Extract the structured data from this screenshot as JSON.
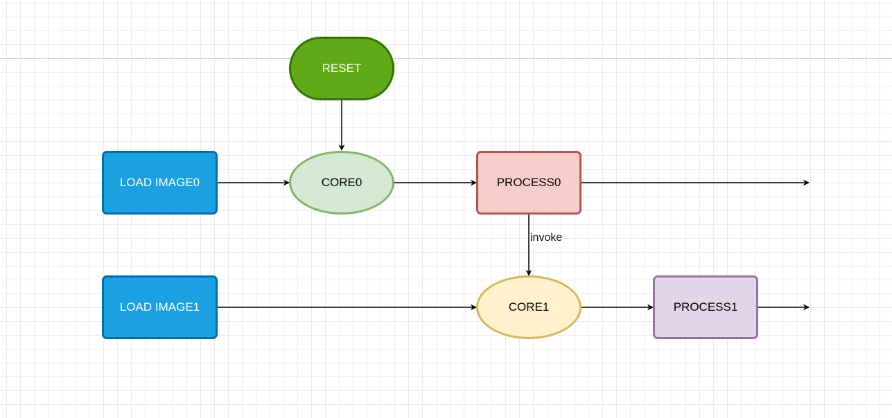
{
  "diagram": {
    "nodes": {
      "reset": {
        "label": "RESET",
        "fill": "#60a917",
        "stroke": "#2d7600",
        "text_color": "#ffffff"
      },
      "load_image0": {
        "label": "LOAD IMAGE0",
        "fill": "#1ba1e2",
        "stroke": "#006eaf",
        "text_color": "#ffffff"
      },
      "core0": {
        "label": "CORE0",
        "fill": "#d5e8d4",
        "stroke": "#82b366",
        "text_color": "#000000"
      },
      "process0": {
        "label": "PROCESS0",
        "fill": "#f8cecc",
        "stroke": "#b85450",
        "text_color": "#000000"
      },
      "load_image1": {
        "label": "LOAD IMAGE1",
        "fill": "#1ba1e2",
        "stroke": "#006eaf",
        "text_color": "#ffffff"
      },
      "core1": {
        "label": "CORE1",
        "fill": "#fff2cc",
        "stroke": "#d6b656",
        "text_color": "#000000"
      },
      "process1": {
        "label": "PROCESS1",
        "fill": "#e1d5e7",
        "stroke": "#9673a6",
        "text_color": "#000000"
      }
    },
    "edges": {
      "process0_to_core1": {
        "label": "invoke"
      }
    }
  }
}
